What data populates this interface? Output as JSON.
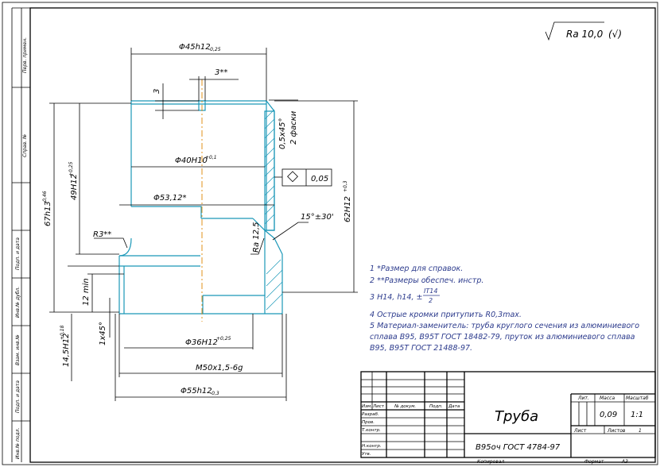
{
  "roughness": {
    "symbol": "Ra 10,0",
    "suffix": "(√)"
  },
  "side_labels": [
    "Перв. примен.",
    "Справ. №",
    "Подп. и дата",
    "Инв.№ дубл.",
    "Взам. инв.№",
    "Подп. и дата",
    "Инв.№ подл."
  ],
  "dimensions": {
    "d45": "Φ45h12",
    "d45_tol": "-0,25",
    "d40": "Φ40H10",
    "d40_tol": "+0,1",
    "d53": "Φ53,12*",
    "d62": "62H12",
    "d62_tol": "+0,3",
    "d36": "Φ36H12",
    "d36_tol": "+0,25",
    "m50": "M50x1,5-6g",
    "d55": "Φ55h12",
    "d55_tol": "-0,3",
    "l67": "67h13",
    "l67_tol": "-0,46",
    "l49": "49H12",
    "l49_tol": "+0,25",
    "l14": "14,5H12",
    "l14_tol": "+0,18",
    "l12": "12 min",
    "l3": "3",
    "l3s": "3**",
    "chamfer_top": "0,5x45°",
    "chamfer_top2": "2 фаски",
    "chamfer_bot": "1x45°",
    "r3": "R3**",
    "ra125": "Ra 12,5",
    "angle": "15°±30'",
    "tolerance": "0,05"
  },
  "notes": {
    "n1": "1  *Размер для справок.",
    "n2": "2  **Размеры обеспеч. инстр.",
    "n3": "3  H14, h14, ±",
    "n3_num": "IT14",
    "n3_den": "2",
    "n4": "4  Острые кромки притупить R0,3max.",
    "n5a": "5  Материал-заменитель: труба круглого сечения из алюминиевого",
    "n5b": "сплава В95, В95Т ГОСТ 18482-79, пруток из алюминиевого сплава",
    "n5c": "В95, В95Т ГОСТ 21488-97."
  },
  "title_block": {
    "name": "Труба",
    "material": "В95оч ГОСТ 4784-97",
    "col_izm": "Изм.",
    "col_list": "Лист",
    "col_doc": "№ докум.",
    "col_sign": "Подп.",
    "col_date": "Дата",
    "row_razrab": "Разраб.",
    "row_prov": "Пров.",
    "row_tkontr": "Т.контр.",
    "row_nkontr": "Н.контр.",
    "row_utv": "Утв.",
    "lit": "Лит.",
    "massa": "Масса",
    "masshtab": "Масштаб",
    "mass_value": "0,09",
    "scale_value": "1:1",
    "sheet": "Лист",
    "sheets": "Листов",
    "sheets_value": "1",
    "copied": "Копировал",
    "format": "Формат",
    "format_value": "А3"
  }
}
